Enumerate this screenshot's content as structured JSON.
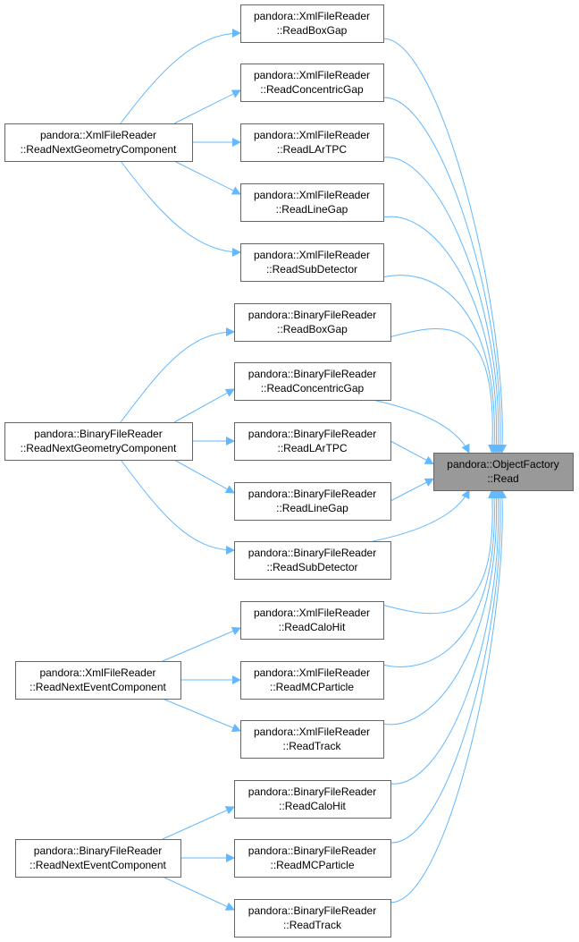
{
  "colors": {
    "edge": "#63b8ff",
    "node_border": "#666666",
    "node_fill": "#ffffff",
    "target_fill": "#999999"
  },
  "nodes": [
    {
      "id": "target",
      "line1": "pandora::ObjectFactory",
      "line2": "::Read",
      "target": true
    },
    {
      "id": "xml-geo",
      "line1": "pandora::XmlFileReader",
      "line2": "::ReadNextGeometryComponent"
    },
    {
      "id": "bin-geo",
      "line1": "pandora::BinaryFileReader",
      "line2": "::ReadNextGeometryComponent"
    },
    {
      "id": "xml-evt",
      "line1": "pandora::XmlFileReader",
      "line2": "::ReadNextEventComponent"
    },
    {
      "id": "bin-evt",
      "line1": "pandora::BinaryFileReader",
      "line2": "::ReadNextEventComponent"
    },
    {
      "id": "xml-boxgap",
      "line1": "pandora::XmlFileReader",
      "line2": "::ReadBoxGap"
    },
    {
      "id": "xml-concgap",
      "line1": "pandora::XmlFileReader",
      "line2": "::ReadConcentricGap"
    },
    {
      "id": "xml-lartpc",
      "line1": "pandora::XmlFileReader",
      "line2": "::ReadLArTPC"
    },
    {
      "id": "xml-linegap",
      "line1": "pandora::XmlFileReader",
      "line2": "::ReadLineGap"
    },
    {
      "id": "xml-subdet",
      "line1": "pandora::XmlFileReader",
      "line2": "::ReadSubDetector"
    },
    {
      "id": "bin-boxgap",
      "line1": "pandora::BinaryFileReader",
      "line2": "::ReadBoxGap"
    },
    {
      "id": "bin-concgap",
      "line1": "pandora::BinaryFileReader",
      "line2": "::ReadConcentricGap"
    },
    {
      "id": "bin-lartpc",
      "line1": "pandora::BinaryFileReader",
      "line2": "::ReadLArTPC"
    },
    {
      "id": "bin-linegap",
      "line1": "pandora::BinaryFileReader",
      "line2": "::ReadLineGap"
    },
    {
      "id": "bin-subdet",
      "line1": "pandora::BinaryFileReader",
      "line2": "::ReadSubDetector"
    },
    {
      "id": "xml-calohit",
      "line1": "pandora::XmlFileReader",
      "line2": "::ReadCaloHit"
    },
    {
      "id": "xml-mcp",
      "line1": "pandora::XmlFileReader",
      "line2": "::ReadMCParticle"
    },
    {
      "id": "xml-track",
      "line1": "pandora::XmlFileReader",
      "line2": "::ReadTrack"
    },
    {
      "id": "bin-calohit",
      "line1": "pandora::BinaryFileReader",
      "line2": "::ReadCaloHit"
    },
    {
      "id": "bin-mcp",
      "line1": "pandora::BinaryFileReader",
      "line2": "::ReadMCParticle"
    },
    {
      "id": "bin-track",
      "line1": "pandora::BinaryFileReader",
      "line2": "::ReadTrack"
    }
  ],
  "edges": [
    [
      "xml-geo",
      "xml-boxgap"
    ],
    [
      "xml-geo",
      "xml-concgap"
    ],
    [
      "xml-geo",
      "xml-lartpc"
    ],
    [
      "xml-geo",
      "xml-linegap"
    ],
    [
      "xml-geo",
      "xml-subdet"
    ],
    [
      "bin-geo",
      "bin-boxgap"
    ],
    [
      "bin-geo",
      "bin-concgap"
    ],
    [
      "bin-geo",
      "bin-lartpc"
    ],
    [
      "bin-geo",
      "bin-linegap"
    ],
    [
      "bin-geo",
      "bin-subdet"
    ],
    [
      "xml-evt",
      "xml-calohit"
    ],
    [
      "xml-evt",
      "xml-mcp"
    ],
    [
      "xml-evt",
      "xml-track"
    ],
    [
      "bin-evt",
      "bin-calohit"
    ],
    [
      "bin-evt",
      "bin-mcp"
    ],
    [
      "bin-evt",
      "bin-track"
    ],
    [
      "xml-boxgap",
      "target"
    ],
    [
      "xml-concgap",
      "target"
    ],
    [
      "xml-lartpc",
      "target"
    ],
    [
      "xml-linegap",
      "target"
    ],
    [
      "xml-subdet",
      "target"
    ],
    [
      "bin-boxgap",
      "target"
    ],
    [
      "bin-concgap",
      "target"
    ],
    [
      "bin-lartpc",
      "target"
    ],
    [
      "bin-linegap",
      "target"
    ],
    [
      "bin-subdet",
      "target"
    ],
    [
      "xml-calohit",
      "target"
    ],
    [
      "xml-mcp",
      "target"
    ],
    [
      "xml-track",
      "target"
    ],
    [
      "bin-calohit",
      "target"
    ],
    [
      "bin-mcp",
      "target"
    ],
    [
      "bin-track",
      "target"
    ]
  ]
}
